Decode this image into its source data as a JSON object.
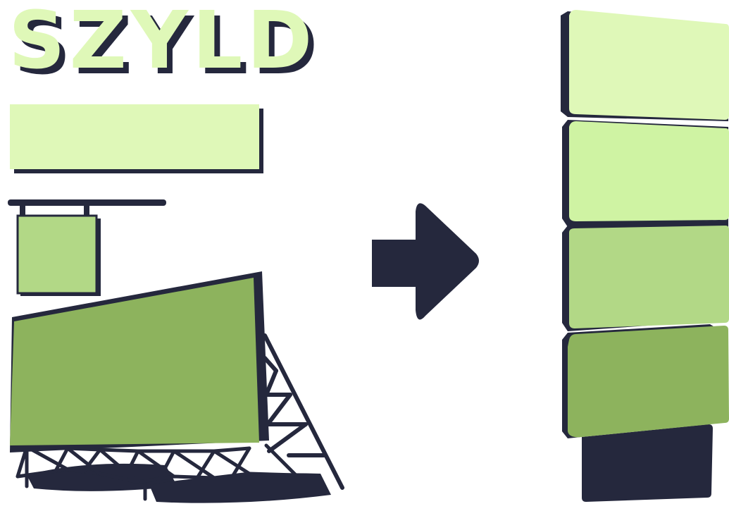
{
  "title": {
    "text": "SZYLD",
    "fill_color": "#dff8b8",
    "shadow_color": "#25283d"
  },
  "colors": {
    "ink": "#25283d",
    "green_1": "#dff8b8",
    "green_2": "#cff3a3",
    "green_3": "#b2d886",
    "green_4": "#8db35d",
    "background": "#ffffff"
  },
  "left_illustrations": [
    {
      "name": "flat-sign-board",
      "color_key": "green_1"
    },
    {
      "name": "hanging-sign",
      "color_key": "green_3"
    },
    {
      "name": "billboard",
      "color_key": "green_4"
    }
  ],
  "center": {
    "icon": "arrow-right-icon"
  },
  "right_stack": {
    "panels": [
      {
        "name": "stack-panel-1",
        "color_key": "green_1"
      },
      {
        "name": "stack-panel-2",
        "color_key": "green_2"
      },
      {
        "name": "stack-panel-3",
        "color_key": "green_3"
      },
      {
        "name": "stack-panel-4",
        "color_key": "green_4"
      }
    ],
    "base_color_key": "ink"
  }
}
